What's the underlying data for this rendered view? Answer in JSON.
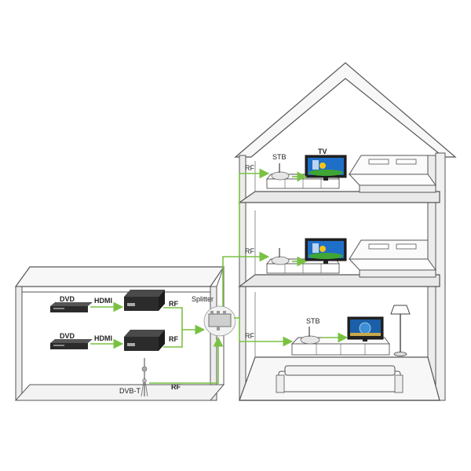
{
  "labels": {
    "stb_top": "STB",
    "tv_top": "TV",
    "rf_top": "RF",
    "rf_mid": "RF",
    "rf_low": "RF",
    "stb_low": "STB",
    "splitter": "Splitter",
    "dvd_1": "DVD",
    "hdmi_1": "HDMI",
    "rf_mod_1": "RF",
    "dvd_2": "DVD",
    "hdmi_2": "HDMI",
    "rf_mod_2": "RF",
    "dvbt": "DVB-T",
    "rf_dvbt": "RF"
  },
  "colors": {
    "signal_line": "#7ac143",
    "wall_stroke": "#555555",
    "device_dark": "#2b2b2b",
    "tv_screen": "#1e6fc8"
  }
}
